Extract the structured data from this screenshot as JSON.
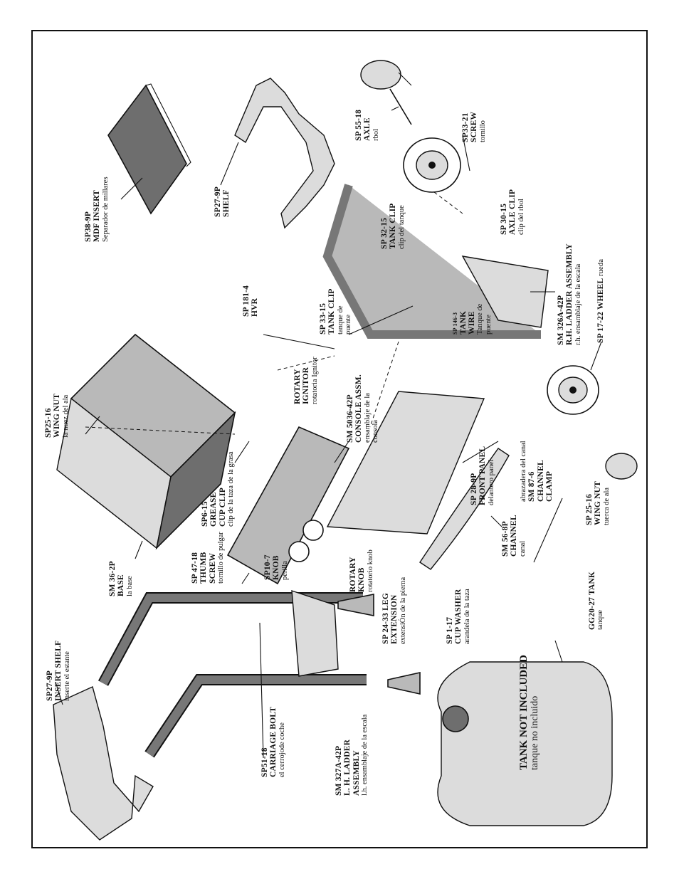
{
  "labels": {
    "insert_shelf": {
      "code": "SP27-9P",
      "name": "INSERT SHELF",
      "es": "inserte el estante"
    },
    "mdf_insert": {
      "code": "SP38-9P",
      "name": "MDF INSERT",
      "es": "Separador de millares"
    },
    "shelf": {
      "code": "SP27-9P",
      "name": "SHELF"
    },
    "axle": {
      "code": "SP 55-18",
      "name": "AXLE",
      "es": "rbol"
    },
    "screw": {
      "code": "SP33-21",
      "name": "SCREW",
      "es": "tornillo"
    },
    "axle_clip": {
      "code": "SP 30-15",
      "name": "AXLE CLIP",
      "es": "clip del rbol"
    },
    "tank_clip_1": {
      "code": "SP 32-15",
      "name": "TANK CLIP",
      "es": "clip del tanque"
    },
    "rh_ladder": {
      "code": "SM 326A-42P",
      "name": "R.H. LADDER ASSEMBLY",
      "es": "r.h. ensamblaje de la escala"
    },
    "wheel": {
      "code": "SP 17-22",
      "name": "WHEEL",
      "es": "rueda"
    },
    "tank_wire": {
      "code": "SP 146-3",
      "name": "TANK",
      "name2": "WIRE",
      "es": "Tanque de",
      "es2": "puente"
    },
    "tank_clip_2": {
      "code": "SP 33-15",
      "name": "TANK CLIP",
      "es": "tanque de",
      "es2": "puente"
    },
    "hvr": {
      "code": "SP 181-4",
      "name": "HVR"
    },
    "wing_nut_1": {
      "code": "SP25-16",
      "name": "WING NUT",
      "es": "la nuez del ala"
    },
    "rotary_ignitor": {
      "name": "ROTARY",
      "name2": "IGNITOR",
      "es": "rotatoria Ignitor"
    },
    "console": {
      "code": "SM 5036-42P",
      "name": "CONSOLE ASSM.",
      "es": "ensamblaje de la",
      "es2": "consola"
    },
    "front_panel": {
      "code": "SP 28-9P",
      "name": "FRONT PANEL",
      "es": "delantero panel"
    },
    "channel_clamp": {
      "code": "SM 87-6",
      "name": "CHANNEL",
      "name2": "CLAMP",
      "es": "abrazadera del canal"
    },
    "grease_cup_clip": {
      "code": "SP6-15",
      "name": "GREASE",
      "name2": "CUP CLIP",
      "es": "clip de la taza de la grasa"
    },
    "wing_nut_2": {
      "code": "SP 25-16",
      "name": "WING NUT",
      "es": "tuerca de ala"
    },
    "channel": {
      "code": "SM 56-8P",
      "name": "CHANNEL",
      "es": "canal"
    },
    "base": {
      "code": "SM 36-2P",
      "name": "BASE",
      "es": "la base"
    },
    "thumb_screw": {
      "code": "SP 47-18",
      "name": "THUMB",
      "name2": "SCREW",
      "es": "tornillo de pulgar"
    },
    "knob": {
      "code": "SP10-7",
      "name": "KNOB",
      "es": "perilla"
    },
    "rotary_knob": {
      "name": "ROTARY",
      "name2": "KNOB",
      "es": "rotatorio knob"
    },
    "cup_washer": {
      "code": "SP 1-17",
      "name": "CUP WASHER",
      "es": "arandela de la taza"
    },
    "tank": {
      "code": "GG20-27",
      "name": "TANK",
      "es": "tanque"
    },
    "leg_extension": {
      "code": "SP 24-33",
      "name": "LEG",
      "name2": "EXTENSION",
      "es": "extensiÓn de la pierna"
    },
    "carriage_bolt": {
      "code": "SP51-18",
      "name": "CARRIAGE BOLT",
      "es": "el cerrojode coche"
    },
    "lh_ladder": {
      "code": "SM 327A-42P",
      "name": "L. H. LADDER",
      "name2": "ASSEMBLY",
      "es": "l.h. ensamblaje de la escala"
    },
    "tank_note": {
      "name": "TANK NOT INCLUDED",
      "es": "tanque no incluido"
    }
  }
}
